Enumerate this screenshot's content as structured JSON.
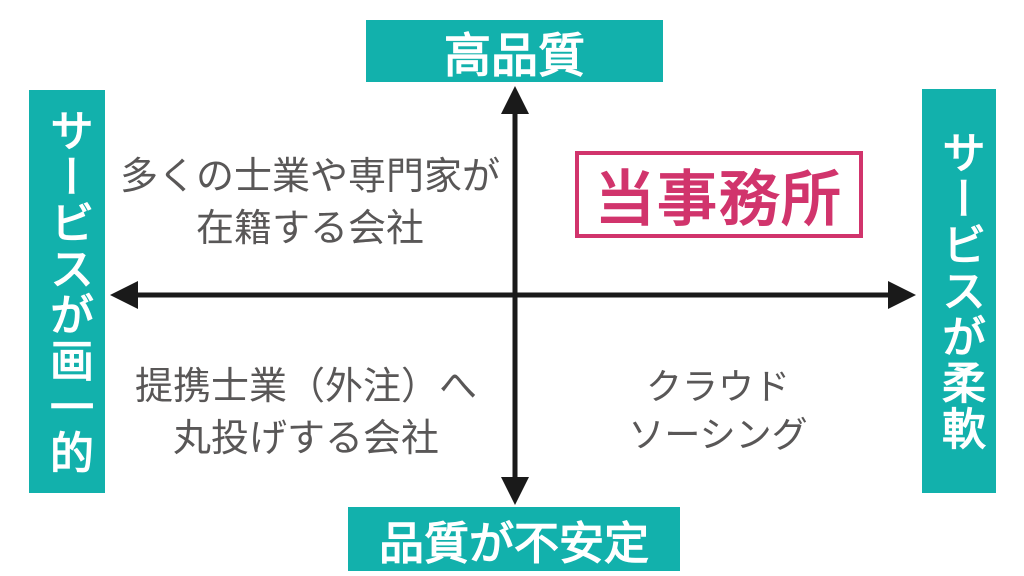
{
  "diagram_title": "service-quality-positioning-map",
  "axis_labels": {
    "top": "高品質",
    "bottom": "品質が不安定",
    "left": "サービスが画一的",
    "right": "サービスが柔軟"
  },
  "quadrants": {
    "top_left": {
      "line1": "多くの士業や専門家が",
      "line2": "在籍する会社"
    },
    "top_right": {
      "label": "当事務所"
    },
    "bottom_left": {
      "line1": "提携士業（外注）へ",
      "line2": "丸投げする会社"
    },
    "bottom_right": {
      "line1": "クラウド",
      "line2": "ソーシング"
    }
  },
  "colors": {
    "teal_banner": "#12b1ac",
    "crimson_accent": "#d1346c",
    "gray_text": "#595757",
    "axis_black": "#1a1a1a",
    "background": "#ffffff"
  }
}
